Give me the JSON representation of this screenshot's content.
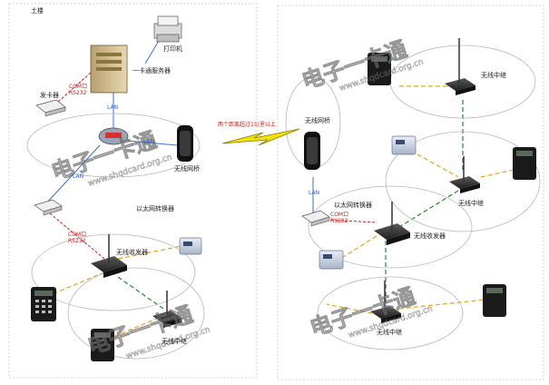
{
  "left_panel": {
    "corner_label": "土楼",
    "server_label": "一卡通服务器",
    "printer_label": "打印机",
    "card_issuer_label": "发卡器",
    "com_label_1": "COM口",
    "rs232_label_1": "RS232",
    "lan_label_1": "LAN",
    "lan_label_2": "LAN",
    "lan_label_3": "LAN",
    "wireless_bridge_label": "无线网桥",
    "ethernet_converter_label": "以太网转换器",
    "com_label_2": "COM口",
    "rs232_label_2": "RS232",
    "wireless_terminal_label": "无线收发器",
    "wireless_relay_label": "无线中继"
  },
  "center": {
    "link_caption": "两个距离超过1公里以上"
  },
  "right_panel": {
    "wireless_relay_top_label": "无线中继",
    "wireless_bridge_label": "无线网桥",
    "lan_label": "LAN",
    "ethernet_converter_label": "以太网转换器",
    "com_label": "COM口",
    "rs232_label": "RS232",
    "wireless_terminal_label": "无线收发器",
    "wireless_relay_mid_label": "无线中继",
    "wireless_relay_bottom_label": "无线中继"
  },
  "watermark": {
    "main_text": "电子一卡通",
    "sub_text": "www.shqdcard.org.cn"
  },
  "colors": {
    "lan_line": "#3b6fd1",
    "com_line": "#d01818",
    "wireless_dash": "#e8a319",
    "relay_dash": "#1e8a2a",
    "panel_border": "#c8c8c8"
  }
}
